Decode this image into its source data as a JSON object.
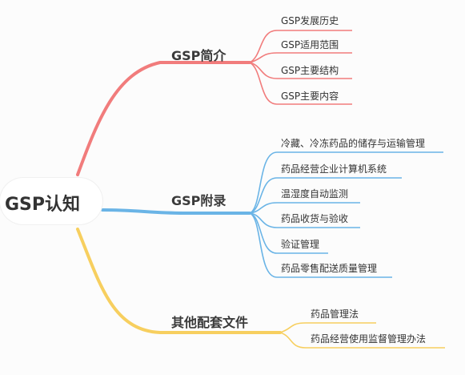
{
  "root": {
    "label": "GSP认知"
  },
  "branches": [
    {
      "label": "GSP简介",
      "color": "#f17c7c",
      "leaves": [
        "GSP发展历史",
        "GSP适用范围",
        "GSP主要结构",
        "GSP主要内容"
      ]
    },
    {
      "label": "GSP附录",
      "color": "#6ab4e6",
      "leaves": [
        "冷藏、冷冻药品的储存与运输管理",
        "药品经营企业计算机系统",
        "温湿度自动监测",
        "药品收货与验收",
        "验证管理",
        "药品零售配送质量管理"
      ]
    },
    {
      "label": "其他配套文件",
      "color": "#f7cf5f",
      "leaves": [
        "药品管理法",
        "药品经营使用监督管理办法"
      ]
    }
  ]
}
